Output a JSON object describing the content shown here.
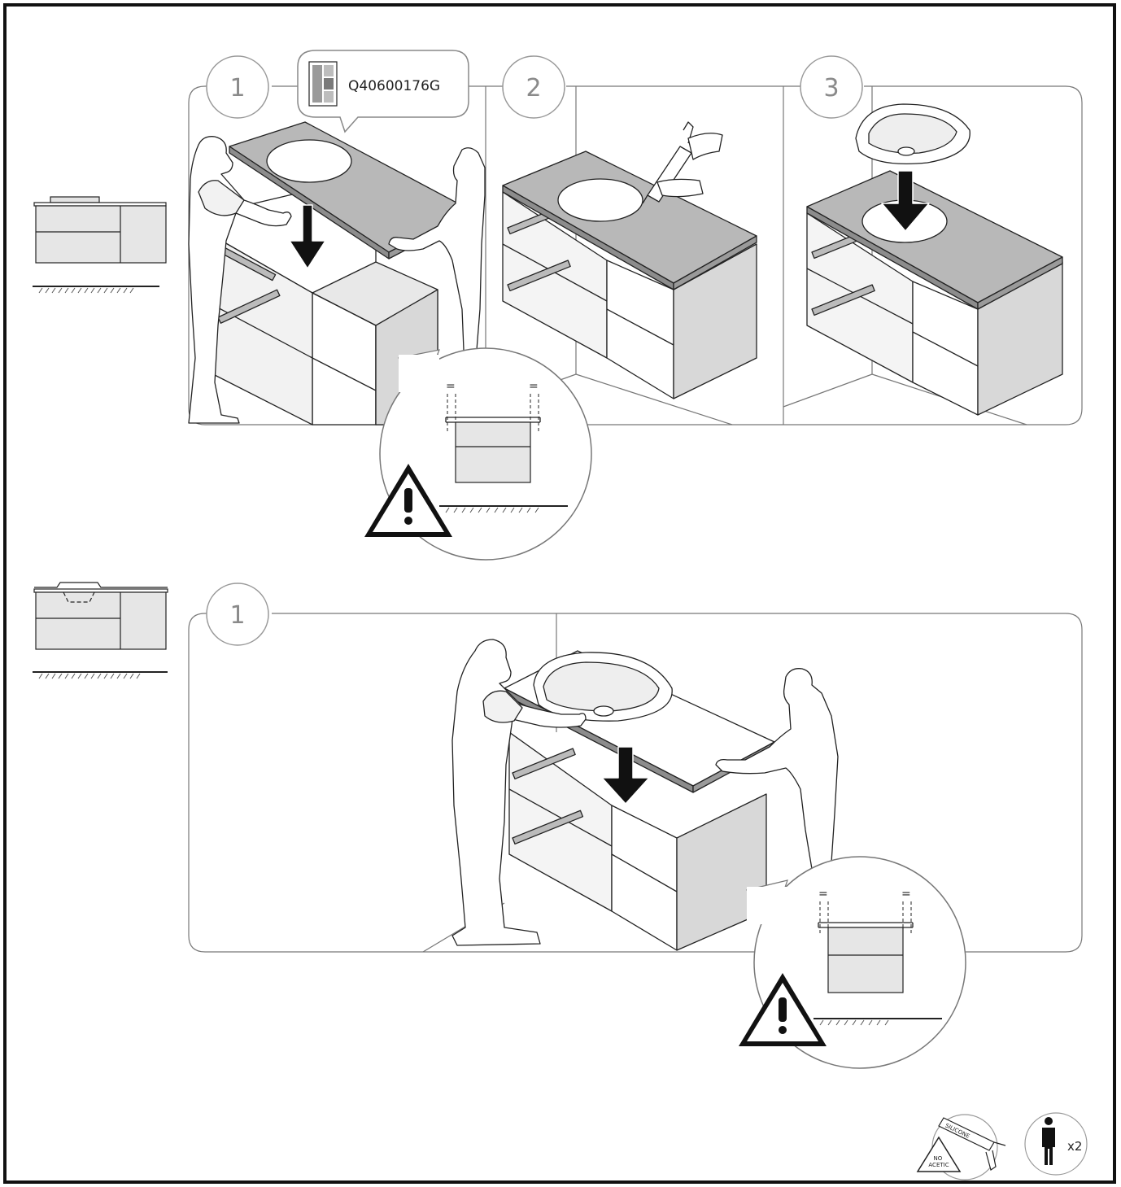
{
  "steps_top": [
    {
      "number": "1",
      "part_code": "Q40600176G"
    },
    {
      "number": "2"
    },
    {
      "number": "3"
    }
  ],
  "steps_bottom": [
    {
      "number": "1"
    }
  ],
  "alignment_mark": "=",
  "footer": {
    "silicone_label": "SILICONE",
    "no_acetic_label": "NO\nACETIC",
    "people_count": "x2"
  },
  "icons": [
    "warning-icon",
    "person-icon",
    "silicone-gun-icon",
    "document-icon",
    "arrow-down-icon"
  ]
}
